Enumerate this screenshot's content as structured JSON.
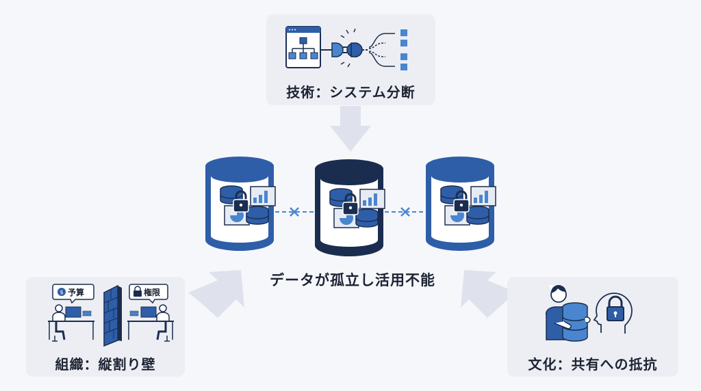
{
  "diagram": {
    "center": {
      "label": "データが孤立し活用不能",
      "silos": [
        {
          "name": "left-silo",
          "style": "blue"
        },
        {
          "name": "center-silo",
          "style": "navy"
        },
        {
          "name": "right-silo",
          "style": "blue"
        }
      ],
      "connector_symbol": "×"
    },
    "causes": {
      "technology": {
        "title": "技術：システム分断",
        "icons": [
          "system-hierarchy-icon",
          "unplugged-connector-icon",
          "broken-data-flow-icon"
        ]
      },
      "organization": {
        "title": "組織：縦割り壁",
        "left_bubble": "予算",
        "right_bubble": "権限",
        "icons": [
          "coin-icon",
          "lock-icon",
          "brick-wall-icon",
          "office-worker-icon"
        ]
      },
      "culture": {
        "title": "文化：共有への抵抗",
        "icons": [
          "person-hugging-database-icon",
          "head-with-lock-icon"
        ]
      }
    },
    "colors": {
      "background": "#f6f7fa",
      "card": "#eceef3",
      "primary_blue": "#2f5ea8",
      "navy": "#1b2d4f",
      "light_blue": "#4a86d0",
      "arrow": "#dfe2ec",
      "text": "#1c2333"
    }
  }
}
